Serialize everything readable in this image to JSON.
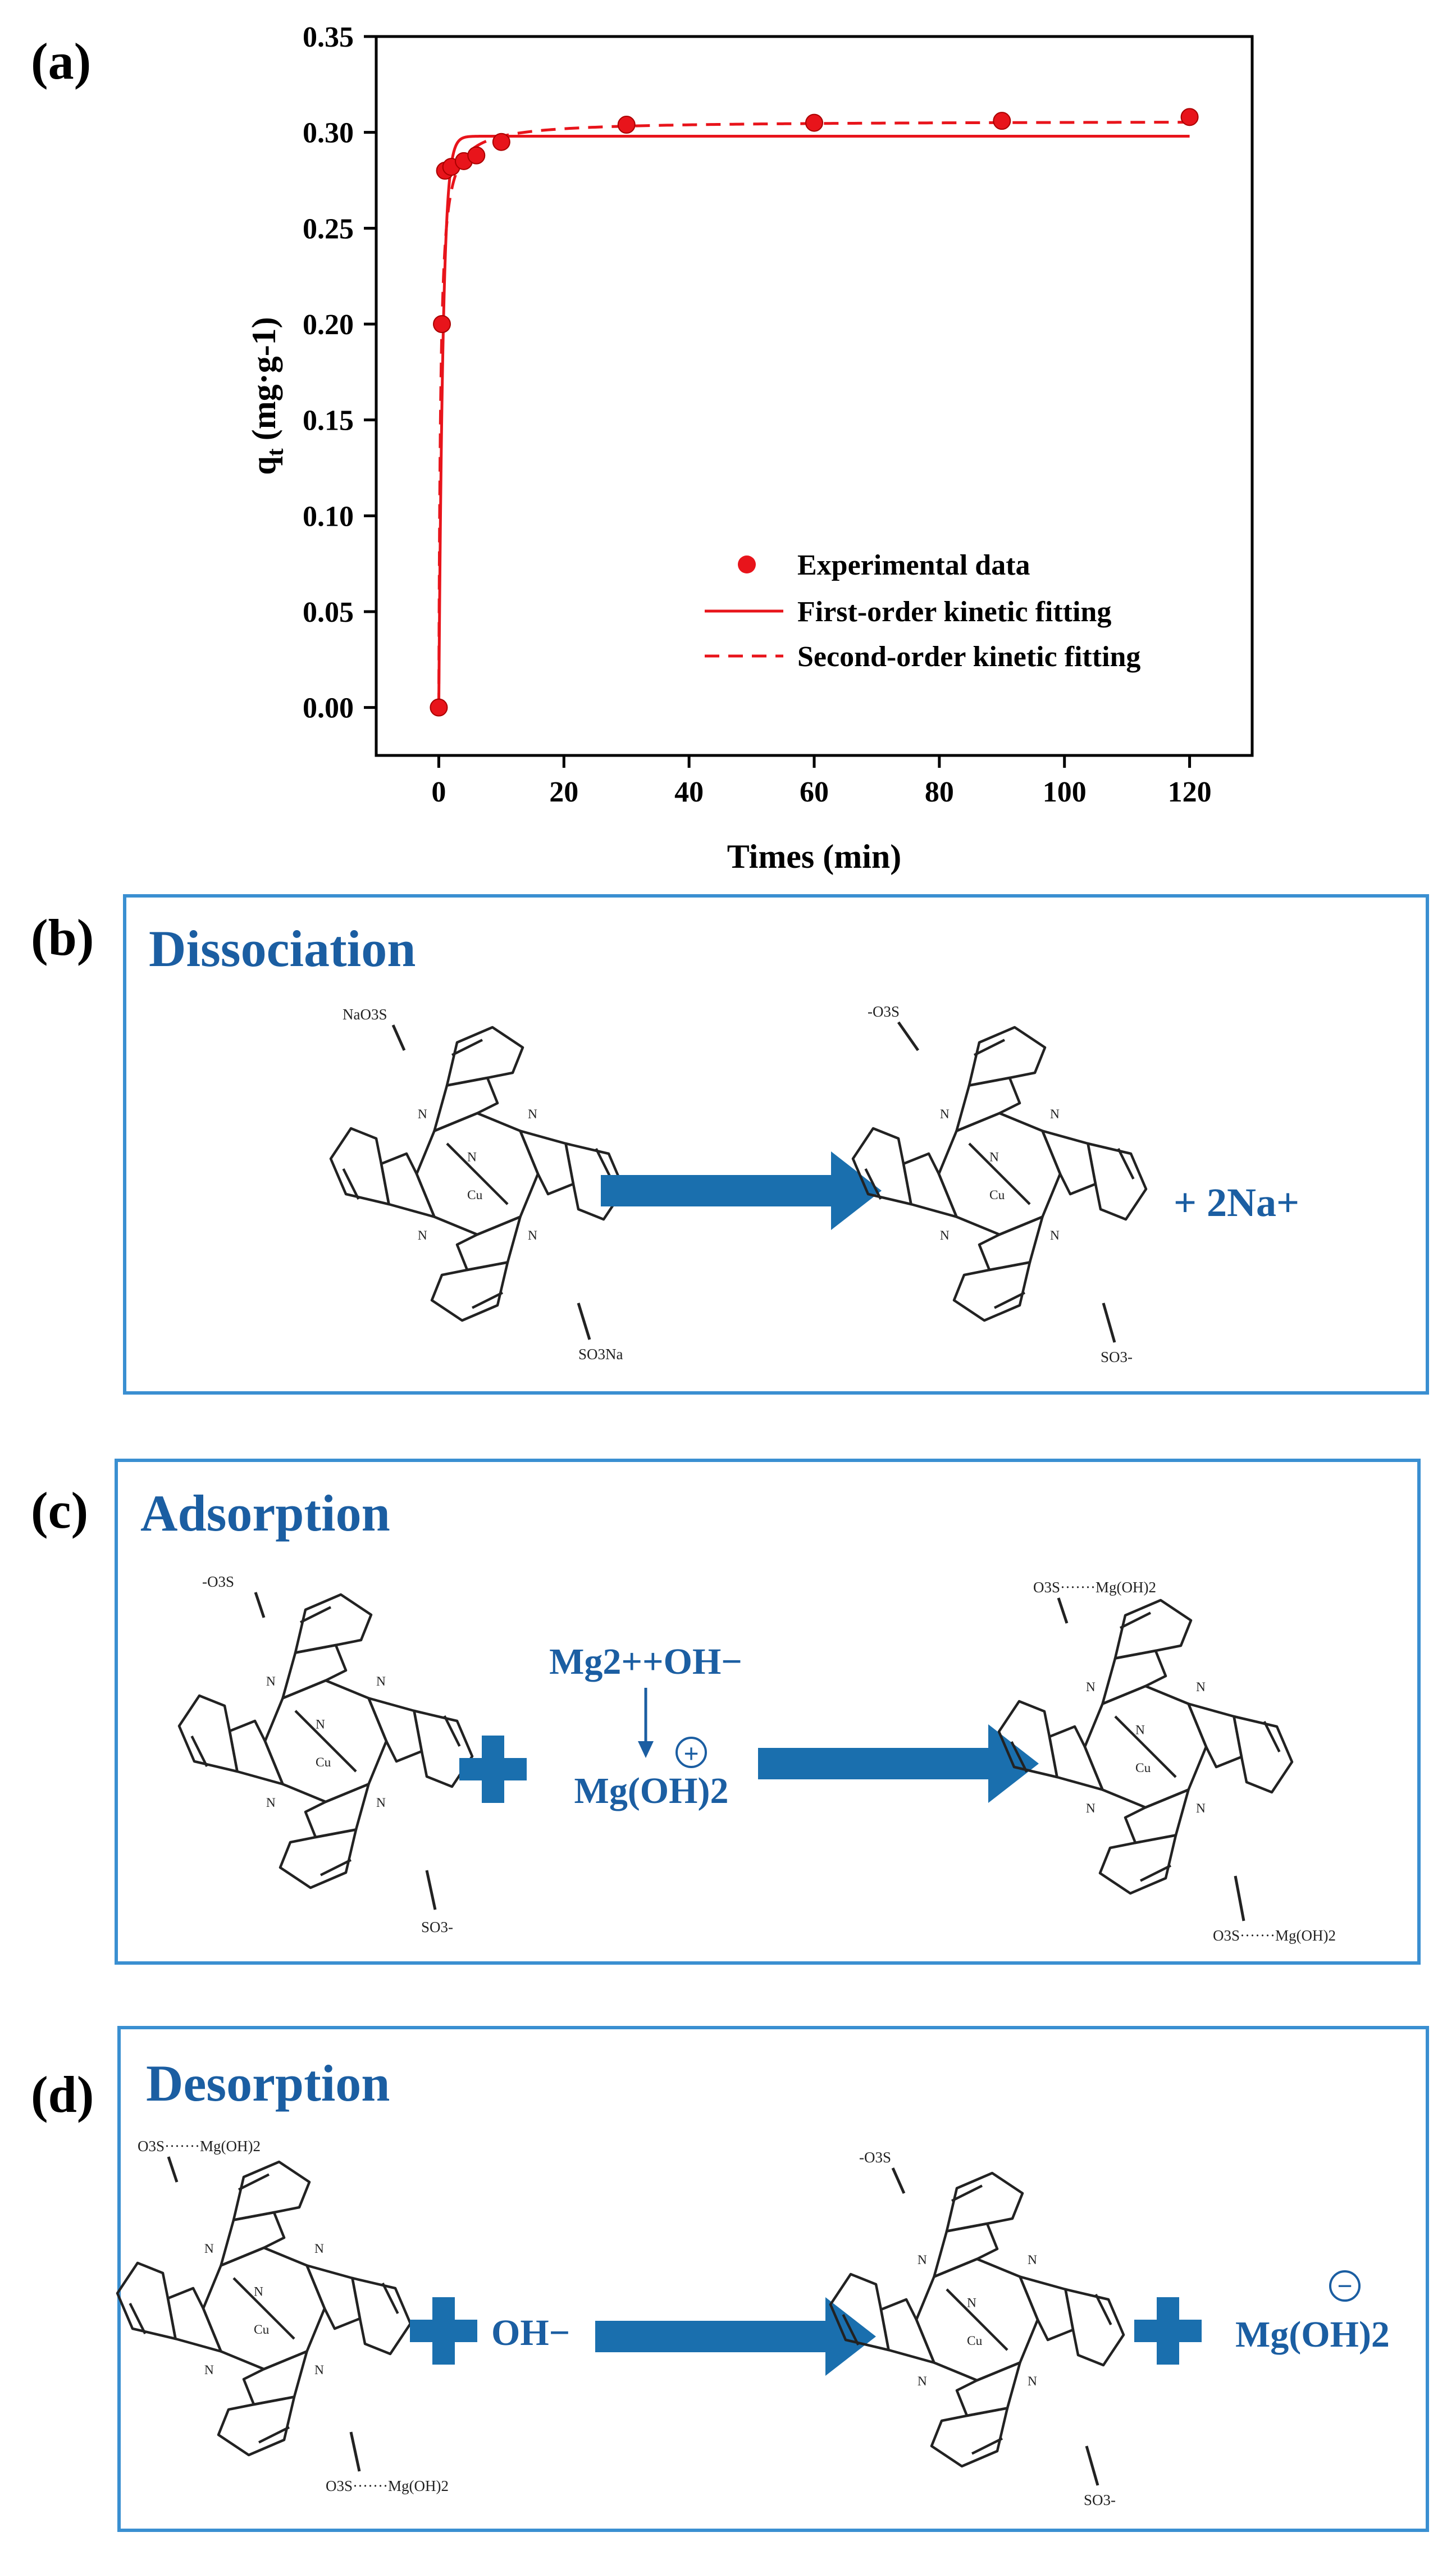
{
  "panel_letters": {
    "a": "(a)",
    "b": "(b)",
    "c": "(c)",
    "d": "(d)"
  },
  "chart_data": {
    "type": "scatter",
    "xlabel": "Times (min)",
    "ylabel": "q",
    "ylabel_subscript": "t",
    "ylabel_unit": "(mg·g-1)",
    "xlim": [
      -10,
      130
    ],
    "ylim": [
      -0.025,
      0.35
    ],
    "x_ticks": [
      0,
      20,
      40,
      60,
      80,
      100,
      120
    ],
    "y_ticks": [
      0.0,
      0.05,
      0.1,
      0.15,
      0.2,
      0.25,
      0.3,
      0.35
    ],
    "x_tick_labels": [
      "0",
      "20",
      "40",
      "60",
      "80",
      "100",
      "120"
    ],
    "y_tick_labels": [
      "0.00",
      "0.05",
      "0.10",
      "0.15",
      "0.20",
      "0.25",
      "0.30",
      "0.35"
    ],
    "legend_position": "bottom-right",
    "color": "#e8141b",
    "series": [
      {
        "name": "Experimental data",
        "kind": "points",
        "x": [
          0,
          0.5,
          1,
          2,
          4,
          6,
          10,
          30,
          60,
          90,
          120
        ],
        "y": [
          0.0,
          0.2,
          0.28,
          0.282,
          0.285,
          0.288,
          0.295,
          0.304,
          0.305,
          0.306,
          0.308
        ]
      },
      {
        "name": "First-order kinetic fitting",
        "kind": "solid",
        "qe": 0.298,
        "k": 1.5
      },
      {
        "name": "Second-order kinetic fitting",
        "kind": "dashed",
        "qe": 0.306,
        "k": 12
      }
    ]
  },
  "panels": {
    "b": {
      "title": "Dissociation",
      "reactant_labels": [
        "NaO3S",
        "SO3Na"
      ],
      "product_labels": [
        "-O3S",
        "SO3-"
      ],
      "product_ion": "+ 2Na+"
    },
    "c": {
      "title": "Adsorption",
      "reactant_labels": [
        "-O3S",
        "SO3-"
      ],
      "reagent_top": "Mg2++OH−",
      "reagent_bottom": "Mg(OH)2",
      "reagent_charge": "+",
      "product_labels": [
        "O3S·······Mg(OH)2",
        "O3S·······Mg(OH)2"
      ]
    },
    "d": {
      "title": "Desorption",
      "reactant_labels": [
        "O3S·······Mg(OH)2",
        "O3S·······Mg(OH)2"
      ],
      "reagent": "OH−",
      "product_labels": [
        "-O3S",
        "SO3-"
      ],
      "product_ion": "Mg(OH)2",
      "product_charge": "−"
    }
  },
  "molecule_atoms": {
    "n": "N",
    "cu": "Cu"
  },
  "colors": {
    "box_border": "#3a8fd1",
    "arrow": "#1a6fae",
    "title": "#1b5ea2",
    "data": "#e8141b"
  }
}
